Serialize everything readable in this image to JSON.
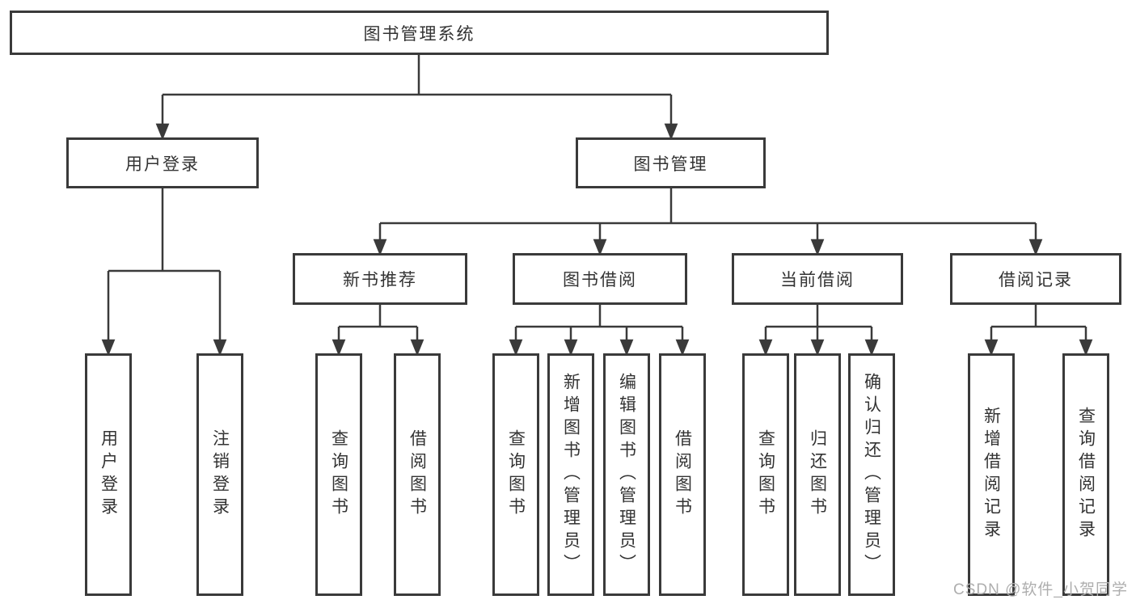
{
  "page": {
    "background": "#ffffff",
    "line_color": "#3a3a3a",
    "box_border_color": "#3a3a3a",
    "text_color": "#333333",
    "watermark": "CSDN @软件_小贺同学",
    "watermark_color": "#aeaeae"
  },
  "tree": {
    "root": "图书管理系统",
    "children": [
      {
        "label": "用户登录",
        "children": [
          {
            "label": "用户登录"
          },
          {
            "label": "注销登录"
          }
        ]
      },
      {
        "label": "图书管理",
        "children": [
          {
            "label": "新书推荐",
            "children": [
              {
                "label": "查询图书"
              },
              {
                "label": "借阅图书"
              }
            ]
          },
          {
            "label": "图书借阅",
            "children": [
              {
                "label": "查询图书"
              },
              {
                "label": "新增图书（管理员）"
              },
              {
                "label": "编辑图书（管理员）"
              },
              {
                "label": "借阅图书"
              }
            ]
          },
          {
            "label": "当前借阅",
            "children": [
              {
                "label": "查询图书"
              },
              {
                "label": "归还图书"
              },
              {
                "label": "确认归还（管理员）"
              }
            ]
          },
          {
            "label": "借阅记录",
            "children": [
              {
                "label": "新增借阅记录"
              },
              {
                "label": "查询借阅记录"
              }
            ]
          }
        ]
      }
    ]
  }
}
